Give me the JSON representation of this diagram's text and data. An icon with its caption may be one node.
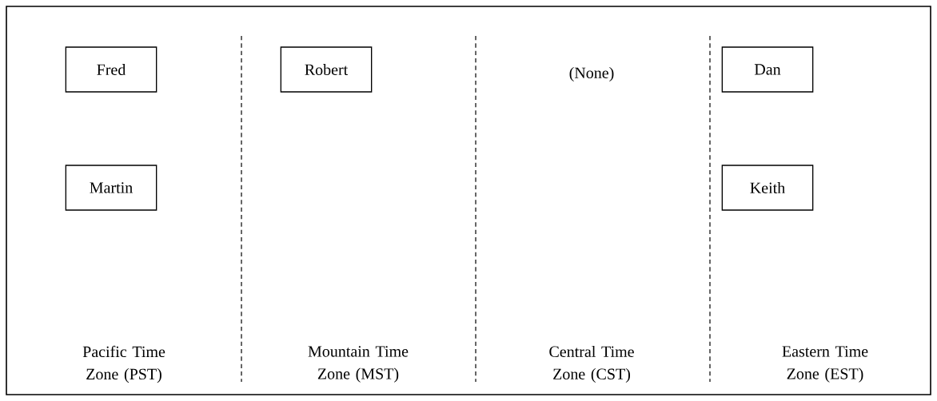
{
  "diagram": {
    "nodes": [
      {
        "text": [
          "Fred"
        ]
      },
      {
        "text": [
          "Martin"
        ]
      },
      {
        "text": [
          "Robert"
        ]
      },
      {
        "text": [
          "Dan"
        ]
      },
      {
        "text": [
          "Keith"
        ]
      }
    ],
    "labels": [
      "(None)",
      "Pacific Time Zone (PST)",
      "Mountain Time Zone (MST)",
      "Central Time Zone (CST)",
      "Eastern Time Zone (EST)"
    ]
  }
}
